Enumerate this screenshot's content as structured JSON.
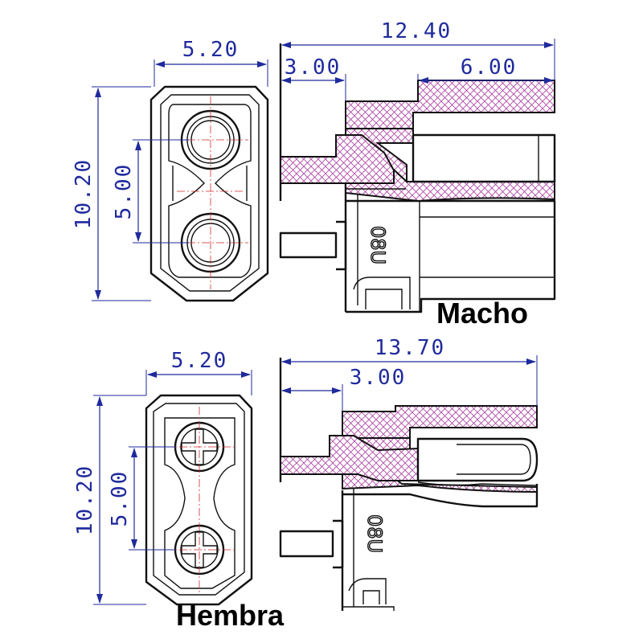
{
  "colors": {
    "dimension_blue": "#1f2a9c",
    "outline": "#111111",
    "hatch_pink": "#b04aa8",
    "centerline_red": "#d12a2a"
  },
  "male": {
    "caption": "Macho",
    "engraving": "08U",
    "dims": {
      "front_width": "5.20",
      "front_height": "10.20",
      "pin_spacing": "5.00",
      "total_length": "12.40",
      "pin_length": "3.00",
      "contact_length": "6.00"
    }
  },
  "female": {
    "caption": "Hembra",
    "engraving": "08U",
    "dims": {
      "front_width": "5.20",
      "front_height": "10.20",
      "pin_spacing": "5.00",
      "total_length": "13.70",
      "pin_length": "3.00"
    }
  }
}
